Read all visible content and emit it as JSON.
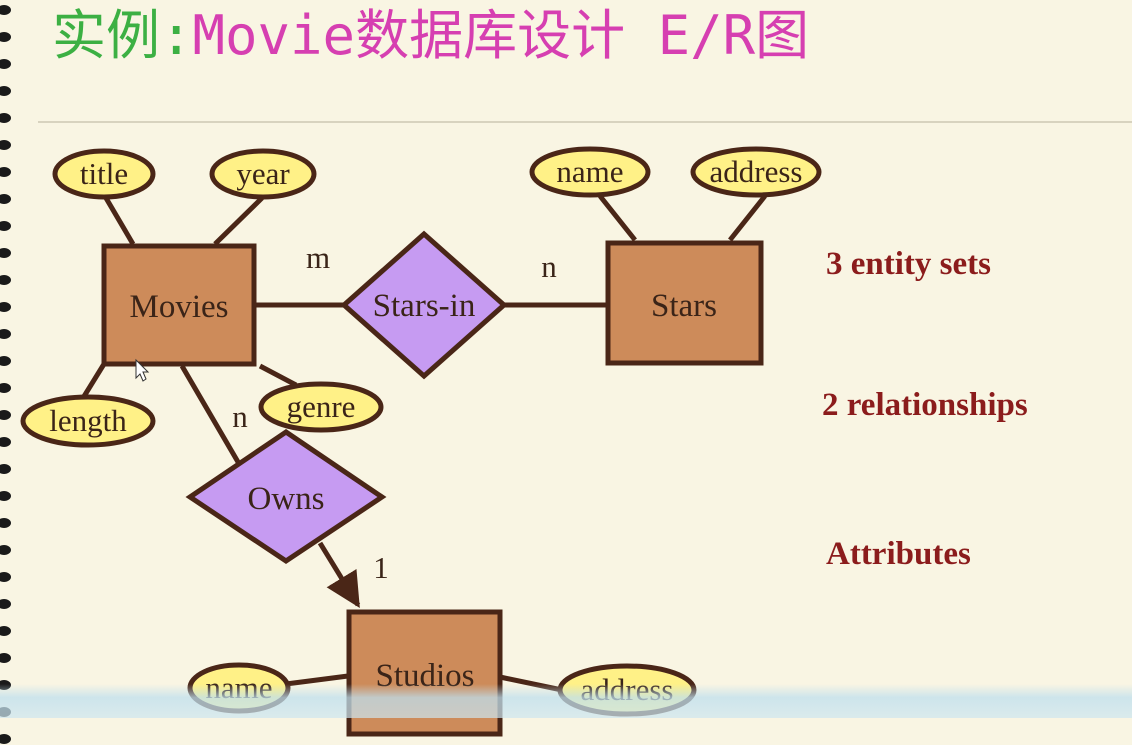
{
  "title": {
    "prefix": "实例:",
    "main": "Movie数据库设计 E/R图"
  },
  "entities": {
    "movies": "Movies",
    "stars": "Stars",
    "studios": "Studios"
  },
  "relationships": {
    "stars_in": "Stars-in",
    "owns": "Owns"
  },
  "attributes": {
    "movies": [
      "title",
      "year",
      "length",
      "genre"
    ],
    "stars": [
      "name",
      "address"
    ],
    "studios": [
      "name",
      "address"
    ]
  },
  "cardinalities": {
    "stars_in_movies": "m",
    "stars_in_stars": "n",
    "owns_movies": "n",
    "owns_studios": "1"
  },
  "side_labels": [
    "3 entity sets",
    "2 relationships",
    "Attributes"
  ],
  "colors": {
    "entity_fill": "#cd8b5a",
    "relationship_fill": "#c69bf2",
    "attribute_fill": "#fff187",
    "outline": "#4a2617",
    "side_label": "#8b1c1c",
    "title_prefix": "#3cb043",
    "title_main": "#d63fb1"
  }
}
